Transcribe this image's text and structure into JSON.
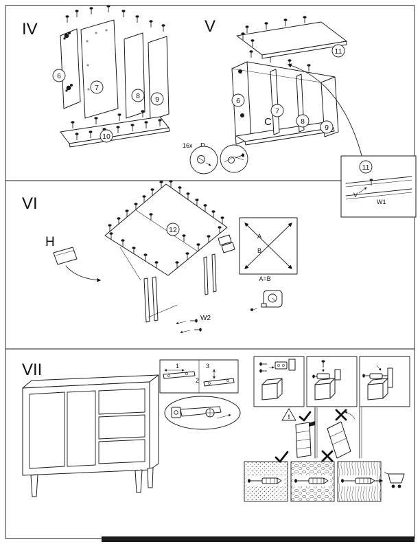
{
  "document": {
    "type": "furniture-assembly-instructions"
  },
  "colors": {
    "ink": "#1a1a1a",
    "paper": "#ffffff"
  },
  "steps": {
    "iv": {
      "label": "IV",
      "part6": "6",
      "part7": "7",
      "part8": "8",
      "part9": "9",
      "part10": "10"
    },
    "v": {
      "label": "V",
      "compartment_letter": "C",
      "part6": "6",
      "part7": "7",
      "part8": "8",
      "part9": "9",
      "part11": "11",
      "hardware_count": "16x",
      "hardware_letter": "D",
      "inset": {
        "part": "11",
        "step_ref": "V",
        "screw": "W1"
      }
    },
    "vi": {
      "label": "VI",
      "part12": "12",
      "hardware_letter": "H",
      "screw": "W2",
      "diagonal_a": "A",
      "diagonal_b": "B",
      "diagonal_rule": "A=B"
    },
    "vii": {
      "label": "VII",
      "adjust_1": "1",
      "adjust_2": "2",
      "adjust_3": "3",
      "warning_mark": "!"
    }
  }
}
